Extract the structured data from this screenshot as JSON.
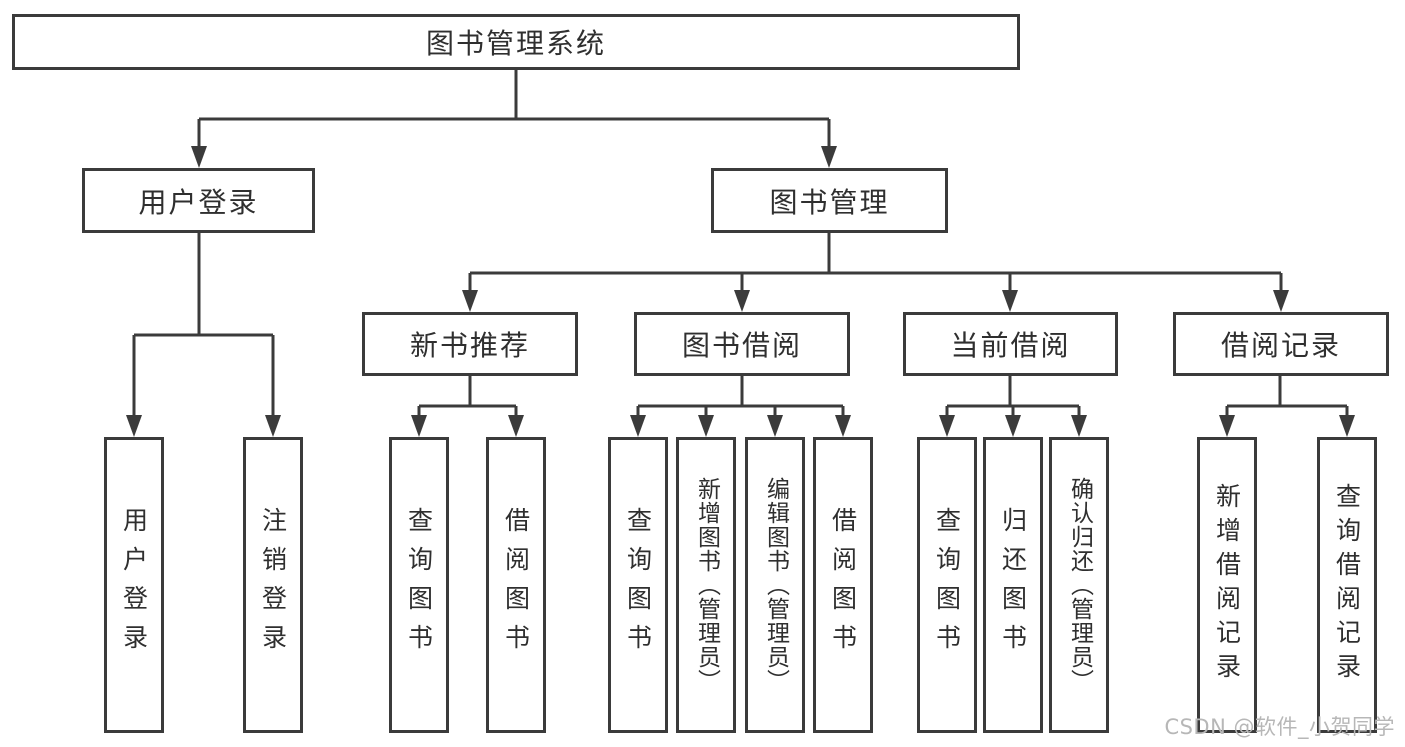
{
  "tree": {
    "label": "图书管理系统",
    "children": [
      {
        "label": "用户登录",
        "children": [
          {
            "label": "用户登录"
          },
          {
            "label": "注销登录"
          }
        ]
      },
      {
        "label": "图书管理",
        "children": [
          {
            "label": "新书推荐",
            "children": [
              {
                "label": "查询图书"
              },
              {
                "label": "借阅图书"
              }
            ]
          },
          {
            "label": "图书借阅",
            "children": [
              {
                "label": "查询图书"
              },
              {
                "label": "新增图书（管理员）"
              },
              {
                "label": "编辑图书（管理员）"
              },
              {
                "label": "借阅图书"
              }
            ]
          },
          {
            "label": "当前借阅",
            "children": [
              {
                "label": "查询图书"
              },
              {
                "label": "归还图书"
              },
              {
                "label": "确认归还（管理员）"
              }
            ]
          },
          {
            "label": "借阅记录",
            "children": [
              {
                "label": "新增借阅记录"
              },
              {
                "label": "查询借阅记录"
              }
            ]
          }
        ]
      }
    ]
  },
  "watermark": {
    "text": "CSDN @软件_小贺同学"
  },
  "colors": {
    "line": "#3b3b3b",
    "text": "#2f2f2f",
    "background": "#ffffff",
    "watermark": "#b7b7b7"
  }
}
